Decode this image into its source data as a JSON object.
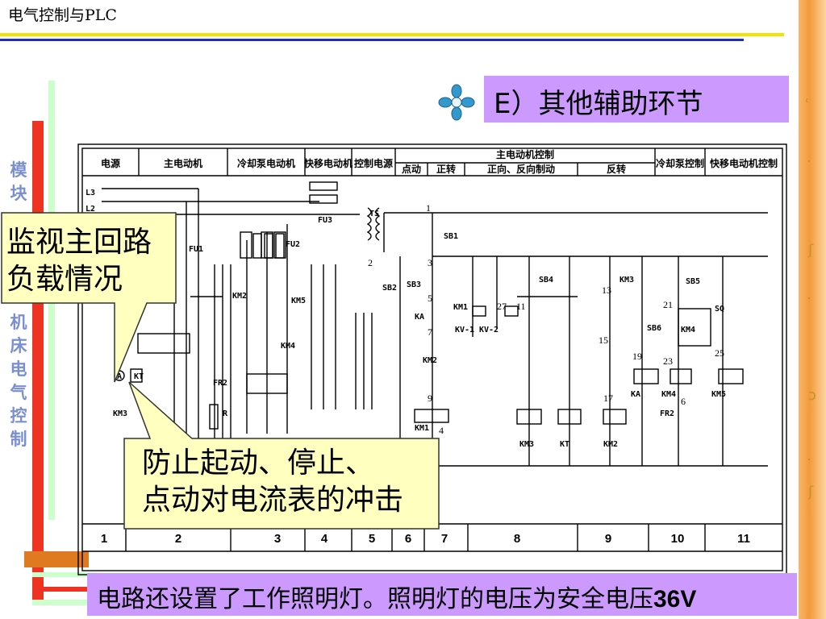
{
  "header": {
    "title": "电气控制与PLC"
  },
  "slide": {
    "title": "E）其他辅助环节"
  },
  "sidebar": {
    "top_chars": "模块",
    "bottom_chars": "机床电气控制"
  },
  "diagram": {
    "header_row": [
      "电源",
      "主电动机",
      "冷却泵电动机",
      "快移电动机",
      "控制电源",
      "主电动机控制",
      "点动",
      "正转",
      "正向、反向制动",
      "反转",
      "冷却泵控制",
      "快移电动机控制"
    ],
    "column_numbers": [
      "1",
      "2",
      "3",
      "4",
      "5",
      "6",
      "7",
      "8",
      "9",
      "10",
      "11"
    ],
    "labels": [
      "L3",
      "L2",
      "FU1",
      "FU2",
      "FU3",
      "TS",
      "KM2",
      "KM5",
      "KM4",
      "FR2",
      "R",
      "KM3",
      "KT",
      "A",
      "SB1",
      "SB2",
      "SB3",
      "SB4",
      "SB5",
      "SB6",
      "KA",
      "KM1",
      "KV-1",
      "KV-2",
      "SQ",
      "KM3",
      "KT",
      "KM2",
      "KA",
      "KM4",
      "KM5",
      "FR2",
      "KM1",
      "KM2",
      "KM3",
      "KM4"
    ],
    "node_numbers": [
      "1",
      "2",
      "3",
      "5",
      "7",
      "9",
      "4",
      "27",
      "11",
      "13",
      "15",
      "17",
      "19",
      "21",
      "23",
      "25",
      "6"
    ]
  },
  "callouts": {
    "monitor_line1": "监视主回路",
    "monitor_line2": "负载情况",
    "protect_line1": "防止起动、停止、",
    "protect_line2": "点动对电流表的冲击"
  },
  "footer": {
    "text_cn": "电路还设置了工作照明灯。照明灯的电压为安全电压",
    "text_voltage": "36V"
  },
  "colors": {
    "callout_fill": "#ffffc0",
    "title_box": "#cc99ff",
    "accent_red": "#ee3322",
    "accent_blue": "#1e2fb4",
    "accent_yellow": "#f2e400"
  }
}
